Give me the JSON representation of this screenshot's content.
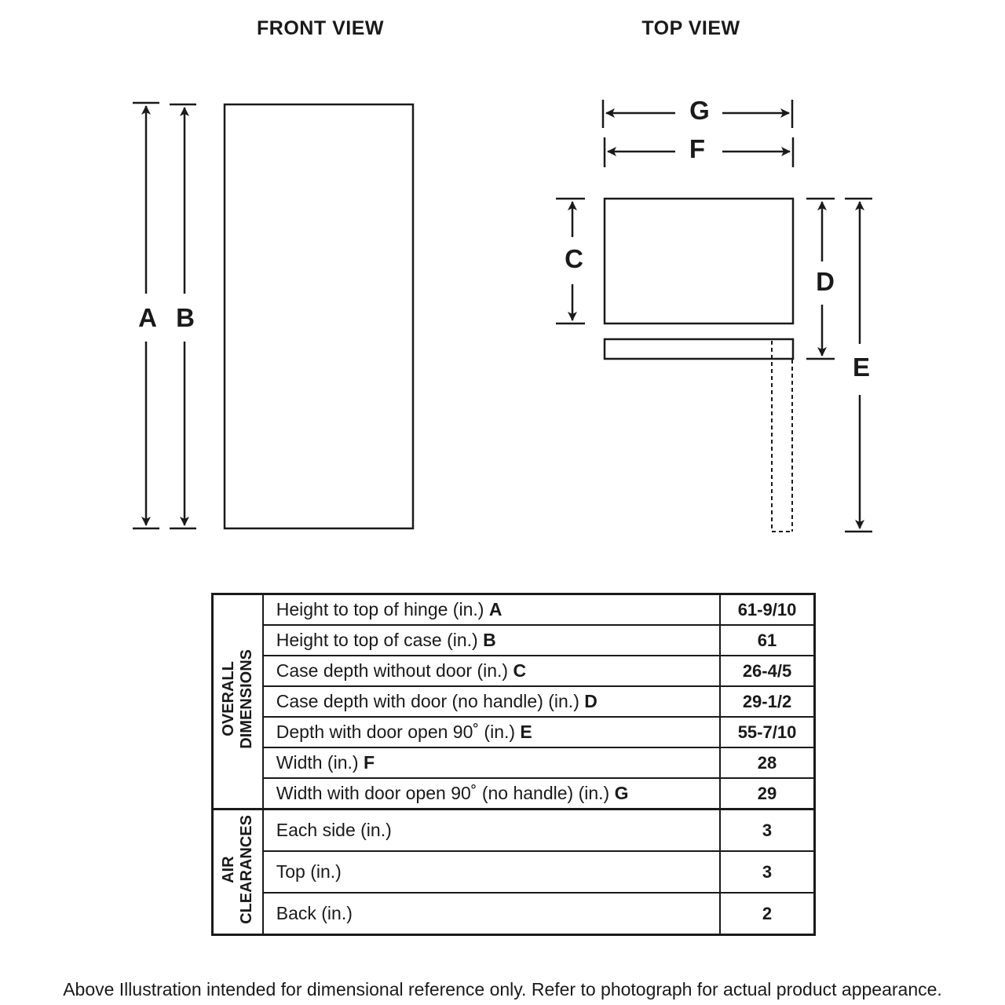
{
  "views": {
    "front_title": "FRONT VIEW",
    "top_title": "TOP VIEW"
  },
  "dimension_letters": {
    "a": "A",
    "b": "B",
    "c": "C",
    "d": "D",
    "e": "E",
    "f": "F",
    "g": "G"
  },
  "table": {
    "overall_group": "OVERALL\nDIMENSIONS",
    "air_group": "AIR\nCLEARANCES",
    "overall_rows": [
      {
        "label": "Height to top of hinge (in.) ",
        "letter": "A",
        "value": "61-9/10"
      },
      {
        "label": "Height to top of case (in.) ",
        "letter": "B",
        "value": "61"
      },
      {
        "label": "Case depth without door (in.) ",
        "letter": "C",
        "value": "26-4/5"
      },
      {
        "label": "Case depth with door (no handle) (in.) ",
        "letter": "D",
        "value": "29-1/2"
      },
      {
        "label": "Depth with door open 90˚ (in.) ",
        "letter": "E",
        "value": "55-7/10"
      },
      {
        "label": "Width (in.) ",
        "letter": "F",
        "value": "28"
      },
      {
        "label": "Width with door open 90˚ (no handle) (in.) ",
        "letter": "G",
        "value": "29"
      }
    ],
    "air_rows": [
      {
        "label": "Each side (in.)",
        "value": "3"
      },
      {
        "label": "Top (in.)",
        "value": "3"
      },
      {
        "label": "Back (in.)",
        "value": "2"
      }
    ]
  },
  "disclaimer": "Above Illustration intended for dimensional reference only. Refer to photograph for actual product appearance."
}
